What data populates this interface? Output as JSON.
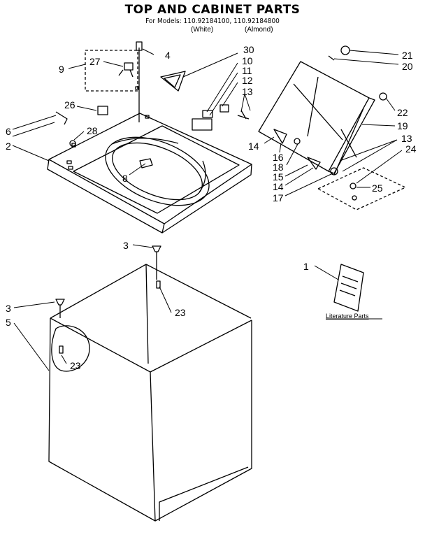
{
  "header": {
    "title": "TOP AND CABINET PARTS",
    "models_line": "For Models: 110.92184100, 110.92184800",
    "color_white": "(White)",
    "color_almond": "(Almond)"
  },
  "literature_label": "Literature Parts",
  "callouts": {
    "c1": "1",
    "c2": "2",
    "c3a": "3",
    "c3b": "3",
    "c4": "4",
    "c5": "5",
    "c6": "6",
    "c8": "8",
    "c9": "9",
    "c10": "10",
    "c11": "11",
    "c12": "12",
    "c13a": "13",
    "c13b": "13",
    "c14a": "14",
    "c14b": "14",
    "c15": "15",
    "c16": "16",
    "c17": "17",
    "c18": "18",
    "c19": "19",
    "c20": "20",
    "c21": "21",
    "c22": "22",
    "c23a": "23",
    "c23b": "23",
    "c24": "24",
    "c25": "25",
    "c26": "26",
    "c27": "27",
    "c28": "28",
    "c30": "30"
  }
}
